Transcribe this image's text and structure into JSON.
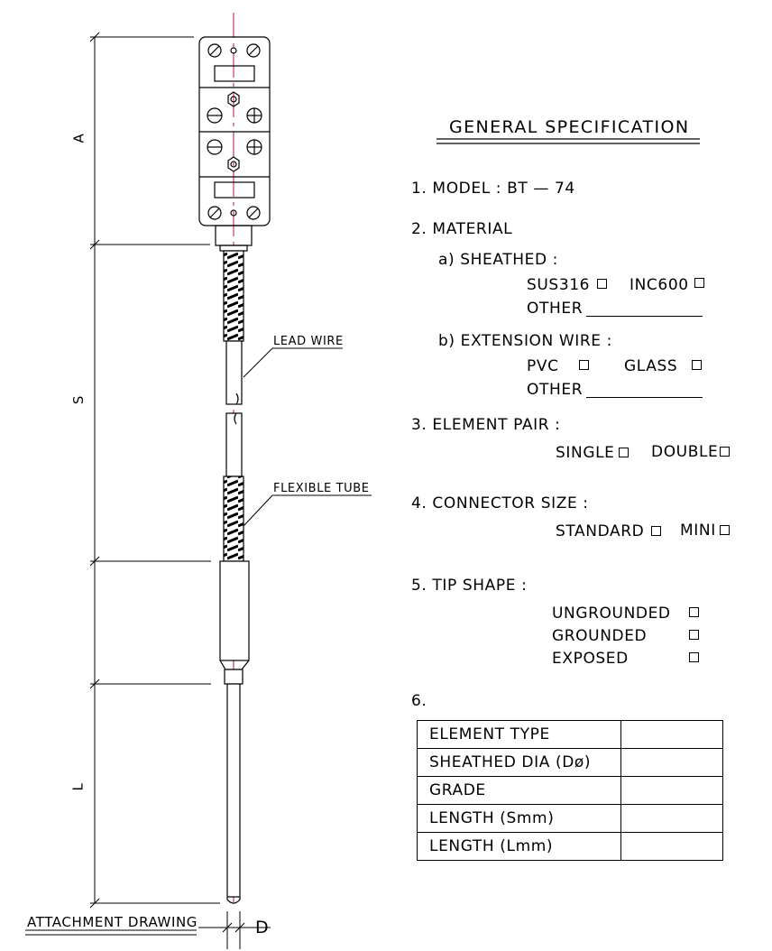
{
  "drawing": {
    "title": "GENERAL SPECIFICATION",
    "labels": {
      "lead_wire": "LEAD WIRE",
      "flexible_tube": "FLEXIBLE TUBE",
      "attachment": "ATTACHMENT DRAWING"
    },
    "dimensions": {
      "a": "A",
      "s": "S",
      "l": "L",
      "d": "D"
    }
  },
  "spec": {
    "model": "1. MODEL :  BT — 74",
    "material": {
      "heading": "2. MATERIAL",
      "sheathed": {
        "label": "a) SHEATHED :",
        "options": [
          "SUS316",
          "INC600"
        ],
        "other": "OTHER"
      },
      "extension": {
        "label": "b) EXTENSION WIRE :",
        "options": [
          "PVC",
          "GLASS"
        ],
        "other": "OTHER"
      }
    },
    "element_pair": {
      "heading": "3. ELEMENT PAIR :",
      "options": [
        "SINGLE",
        "DOUBLE"
      ]
    },
    "connector_size": {
      "heading": "4. CONNECTOR SIZE :",
      "options": [
        "STANDARD",
        "MINI"
      ]
    },
    "tip_shape": {
      "heading": "5. TIP SHAPE :",
      "options": [
        "UNGROUNDED",
        "GROUNDED",
        "EXPOSED"
      ]
    },
    "table": {
      "heading": "6.",
      "rows": [
        "ELEMENT TYPE",
        "SHEATHED DIA (Dø)",
        "GRADE",
        "LENGTH (Smm)",
        "LENGTH (Lmm)"
      ]
    }
  }
}
